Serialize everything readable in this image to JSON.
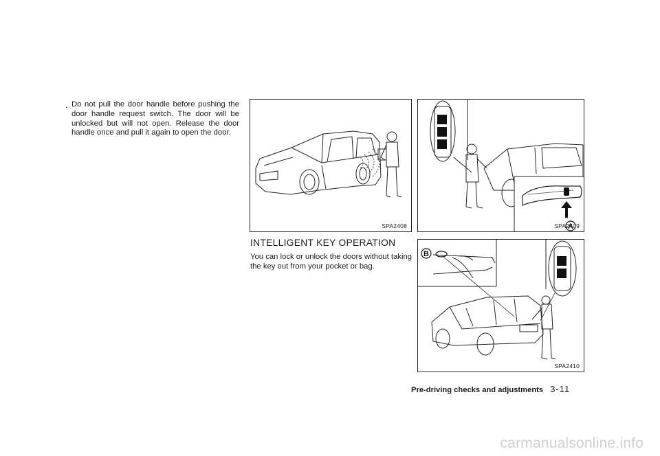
{
  "bullet": {
    "marker": ".",
    "text": "Do not pull the door handle before pushing the door handle request switch. The door will be unlocked but will not open. Release the door handle once and pull it again to open the door."
  },
  "figures": [
    {
      "code": "SPA2408"
    },
    {
      "code": "SPA2409",
      "callouts": [
        "A"
      ]
    },
    {
      "code": "SPA2410",
      "callouts": [
        "B"
      ]
    }
  ],
  "section": {
    "heading": "INTELLIGENT KEY OPERATION",
    "body": "You can lock or unlock the doors without taking the key out from your pocket or bag."
  },
  "footer": {
    "section_title": "Pre-driving checks and adjustments",
    "page_number": "3-11"
  },
  "watermark": "carmanualsonline.info"
}
